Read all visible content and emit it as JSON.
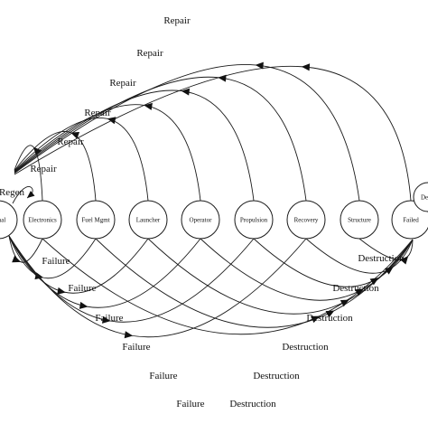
{
  "nodes": [
    {
      "id": "nominal",
      "label": "nal"
    },
    {
      "id": "electronics",
      "label": "Electronics"
    },
    {
      "id": "fuel-mgmt",
      "label": "Fuel Mgmt"
    },
    {
      "id": "launcher",
      "label": "Launcher"
    },
    {
      "id": "operator",
      "label": "Operator"
    },
    {
      "id": "propulsion",
      "label": "Propulsion"
    },
    {
      "id": "recovery",
      "label": "Recovery"
    },
    {
      "id": "structure",
      "label": "Structure"
    },
    {
      "id": "failed",
      "label": "Failed"
    },
    {
      "id": "destroyed",
      "label": "De"
    }
  ],
  "labels": {
    "regen": "Regen",
    "repair": "Repair",
    "failure": "Failure",
    "destruction": "Destruction"
  },
  "colors": {
    "stroke": "#1a1a1a",
    "node_fill": "#ffffff",
    "arrow": "#111111"
  }
}
